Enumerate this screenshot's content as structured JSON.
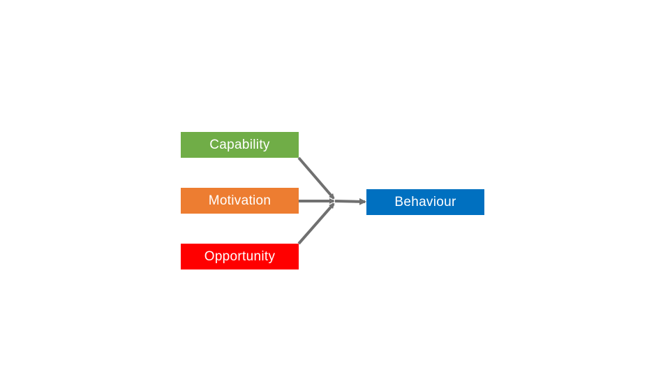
{
  "diagram": {
    "inputs": [
      {
        "label": "Capability",
        "color": "#70ad47"
      },
      {
        "label": "Motivation",
        "color": "#ed7d31"
      },
      {
        "label": "Opportunity",
        "color": "#ff0000"
      }
    ],
    "output": {
      "label": "Behaviour",
      "color": "#0070c0"
    },
    "connector_color": "#707070"
  }
}
